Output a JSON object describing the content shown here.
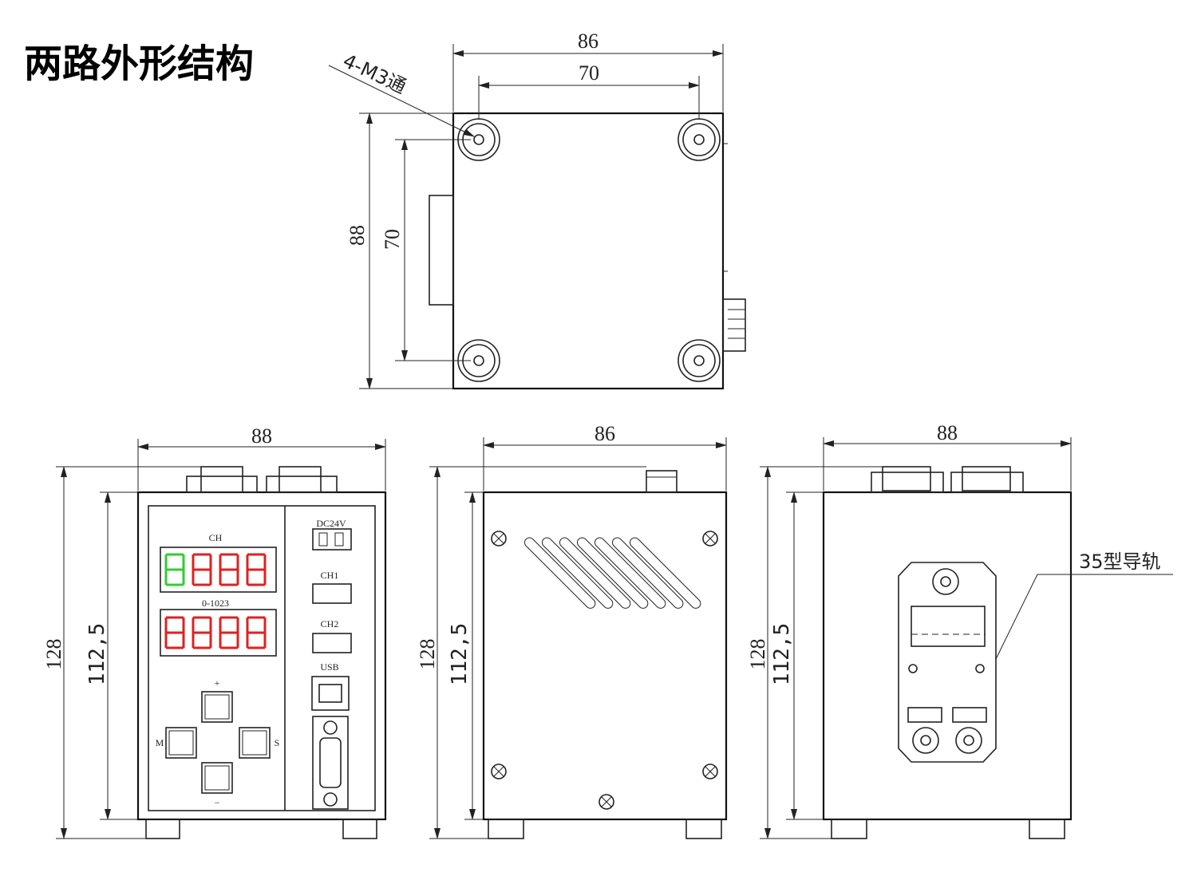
{
  "title": "两路外形结构",
  "top_view": {
    "width_outer": "86",
    "width_inner": "70",
    "height_outer": "88",
    "height_inner": "70",
    "hole_note": "4-M3通"
  },
  "front_view": {
    "width": "88",
    "height_total": "128",
    "height_body": "112,5",
    "ch_label": "CH",
    "range_label": "0-1023",
    "dc_label": "DC24V",
    "ch1_label": "CH1",
    "ch2_label": "CH2",
    "usb_label": "USB",
    "btn_plus": "+",
    "btn_minus": "−",
    "btn_m": "M",
    "btn_s": "S"
  },
  "side_view": {
    "width": "86",
    "height_total": "128",
    "height_body": "112,5"
  },
  "back_view": {
    "width": "88",
    "height_total": "128",
    "height_body": "112,5",
    "rail_label": "35型导轨"
  },
  "colors": {
    "display_red": "#dd2222",
    "display_green": "#33cc33",
    "line": "#222222"
  }
}
